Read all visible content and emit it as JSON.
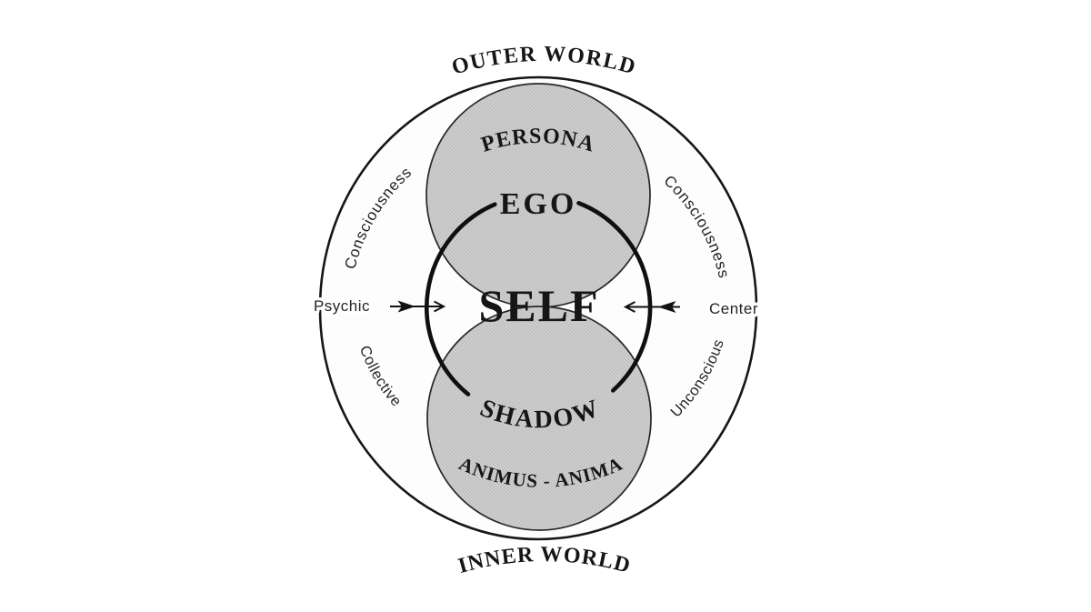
{
  "diagram": {
    "labels": {
      "outer_world": "OUTER WORLD",
      "inner_world": "INNER WORLD",
      "persona": "PERSONA",
      "ego": "EGO",
      "self": "SELF",
      "shadow": "SHADOW",
      "animus_anima": "ANIMUS - ANIMA",
      "consciousness_left": "Consciousness",
      "consciousness_right": "Consciousness",
      "collective": "Collective",
      "unconscious": "Unconscious",
      "psychic": "Psychic",
      "center": "Center"
    },
    "icons": {
      "arrow_left": "arrow-pointing-right-toward-self",
      "arrow_right": "arrow-pointing-left-toward-self"
    },
    "colors": {
      "ink": "#161616",
      "background": "#ffffff",
      "halftone_base": "#cdcdcd",
      "halftone_dot": "#b5b5b5"
    }
  }
}
